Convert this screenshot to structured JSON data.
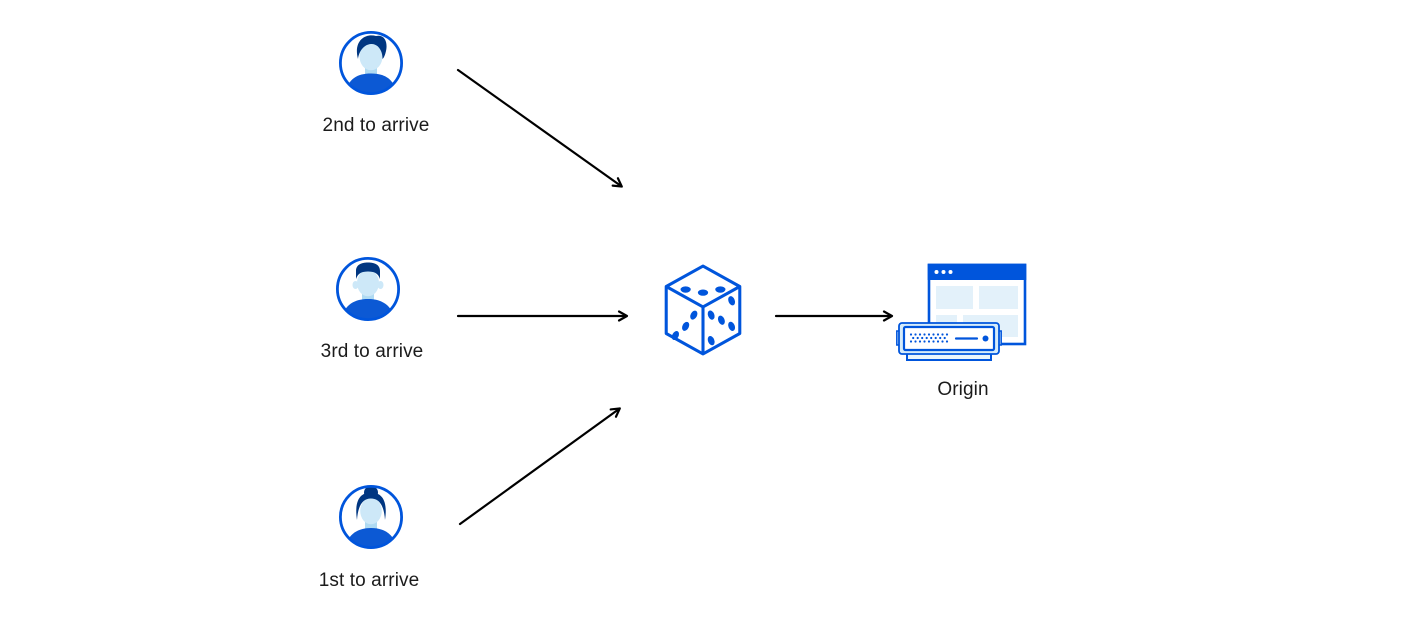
{
  "diagram": {
    "type": "flow-diagram",
    "description": "Three visitors arrive in order; one is picked at random (dice) and sent to the origin server",
    "actors": [
      {
        "id": "second-visitor",
        "label": "2nd to arrive",
        "icon": "user-avatar-icon"
      },
      {
        "id": "third-visitor",
        "label": "3rd to arrive",
        "icon": "user-avatar-icon"
      },
      {
        "id": "first-visitor",
        "label": "1st to arrive",
        "icon": "user-avatar-icon"
      }
    ],
    "hub": {
      "id": "random-selection",
      "icon": "dice-icon"
    },
    "origin": {
      "id": "origin-server",
      "label": "Origin",
      "icon": "origin-server-icon"
    },
    "connections": [
      {
        "from": "second-visitor",
        "to": "random-selection"
      },
      {
        "from": "third-visitor",
        "to": "random-selection"
      },
      {
        "from": "first-visitor",
        "to": "random-selection"
      },
      {
        "from": "random-selection",
        "to": "origin-server"
      }
    ],
    "colors": {
      "primary_blue": "#0055DC",
      "dark_navy": "#003681",
      "skin_light_blue": "#CDE8F8",
      "pale_blue_block": "#E3F1FA",
      "server_halo_blue": "#D6ECFA",
      "arrow_black": "#000000",
      "text": "#1b1b1b",
      "background": "#ffffff"
    }
  }
}
